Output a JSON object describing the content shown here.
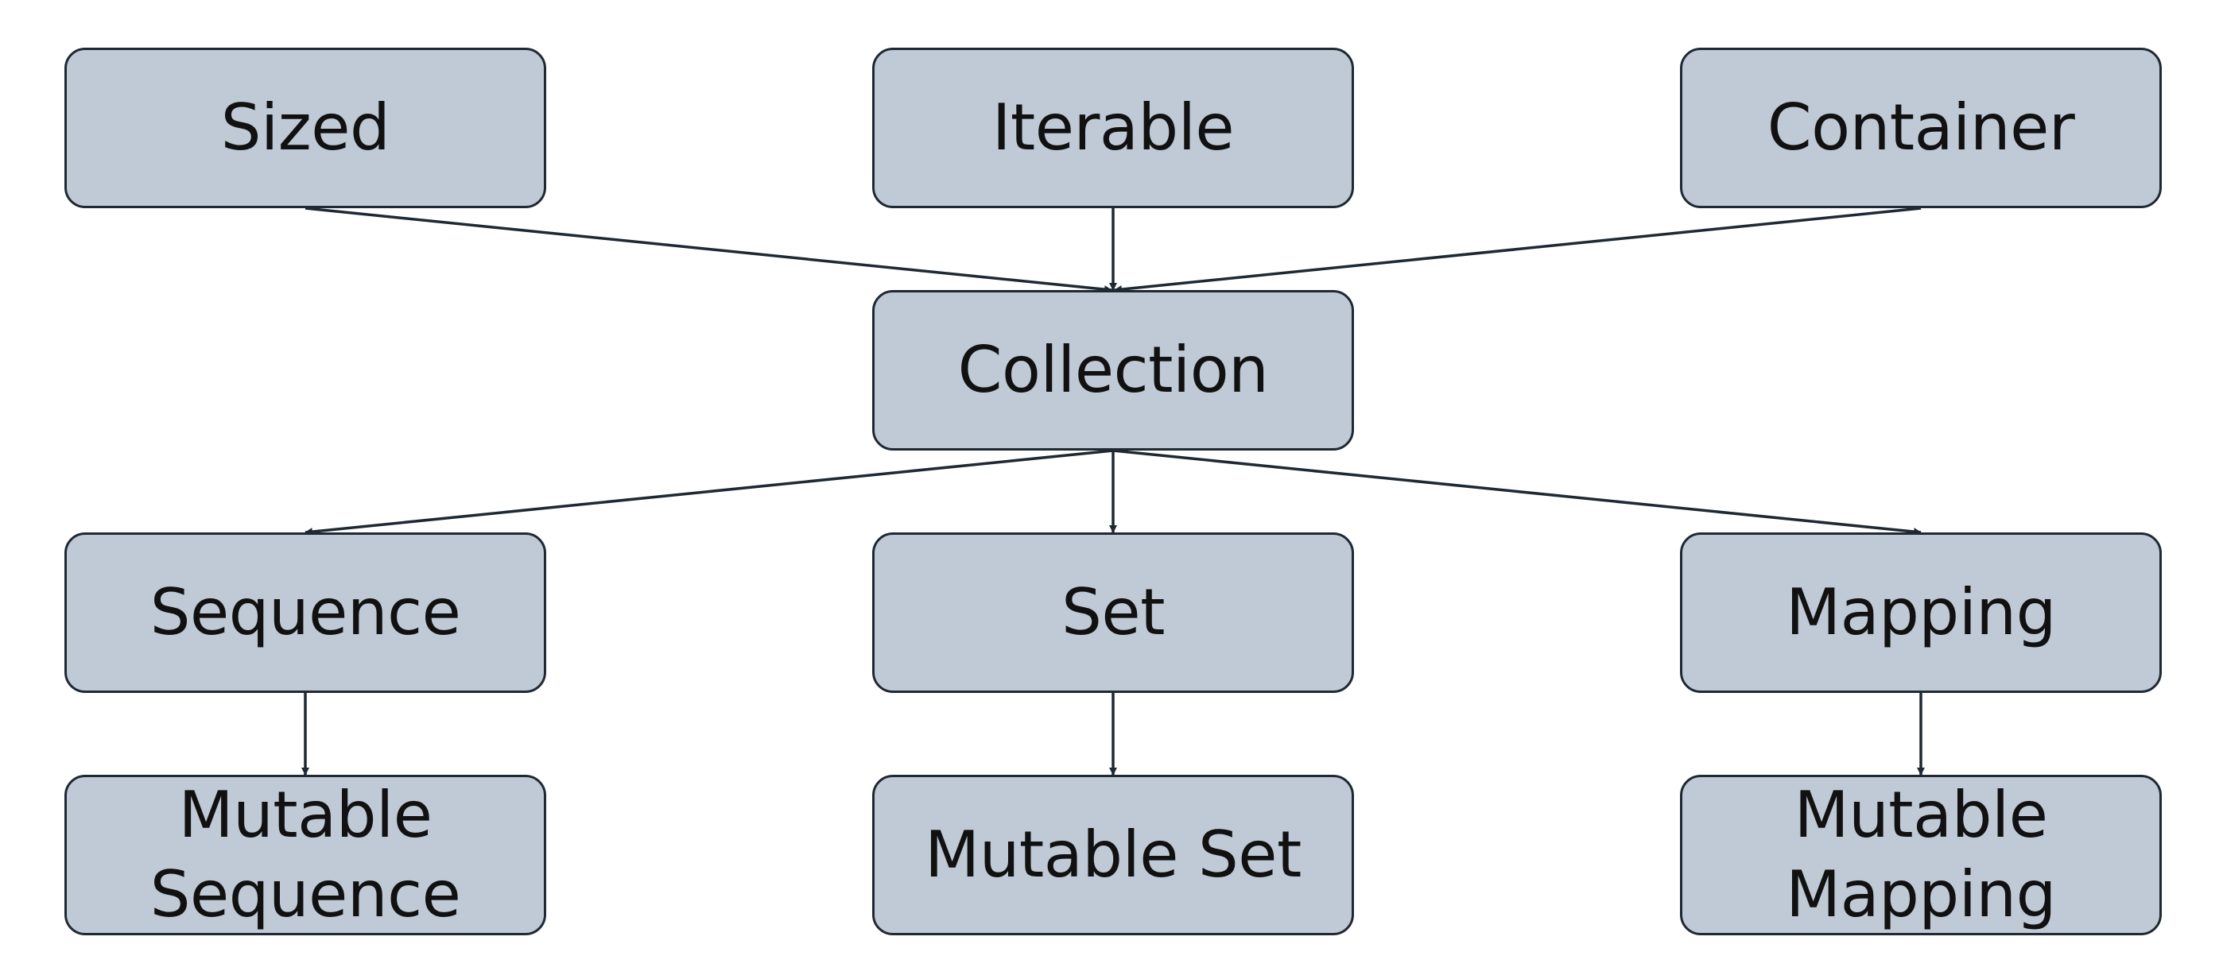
{
  "diagram": {
    "nodes": {
      "sized": "Sized",
      "iterable": "Iterable",
      "container": "Container",
      "collection": "Collection",
      "sequence": "Sequence",
      "set": "Set",
      "mapping": "Mapping",
      "mutable_sequence": "Mutable\nSequence",
      "mutable_set": "Mutable Set",
      "mutable_mapping": "Mutable\nMapping"
    },
    "edges": [
      [
        "sized",
        "collection"
      ],
      [
        "iterable",
        "collection"
      ],
      [
        "container",
        "collection"
      ],
      [
        "collection",
        "sequence"
      ],
      [
        "collection",
        "set"
      ],
      [
        "collection",
        "mapping"
      ],
      [
        "sequence",
        "mutable_sequence"
      ],
      [
        "set",
        "mutable_set"
      ],
      [
        "mapping",
        "mutable_mapping"
      ]
    ],
    "colors": {
      "node_fill": "#bfcad6",
      "node_border": "#1f2933",
      "edge": "#1f2933",
      "text": "#111111"
    }
  }
}
